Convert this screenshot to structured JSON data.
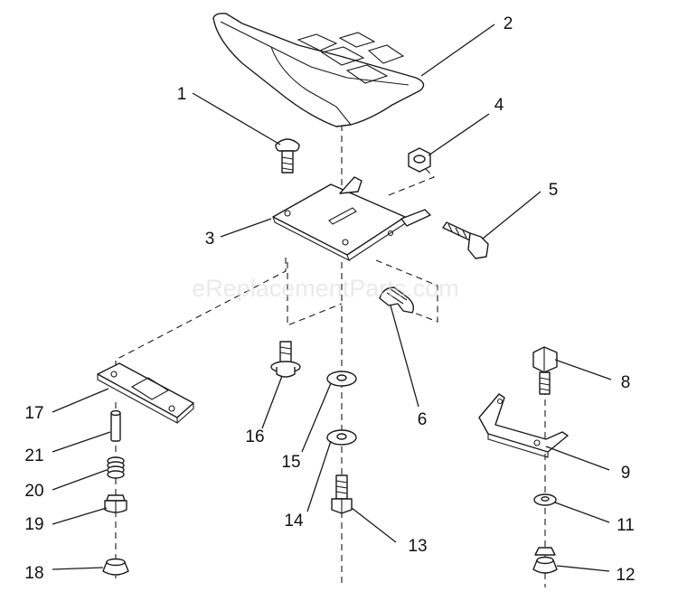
{
  "watermark": "eReplacementParts.com",
  "callouts": [
    "1",
    "2",
    "3",
    "4",
    "5",
    "6",
    "8",
    "9",
    "11",
    "12",
    "13",
    "14",
    "15",
    "16",
    "17",
    "18",
    "19",
    "20",
    "21"
  ]
}
